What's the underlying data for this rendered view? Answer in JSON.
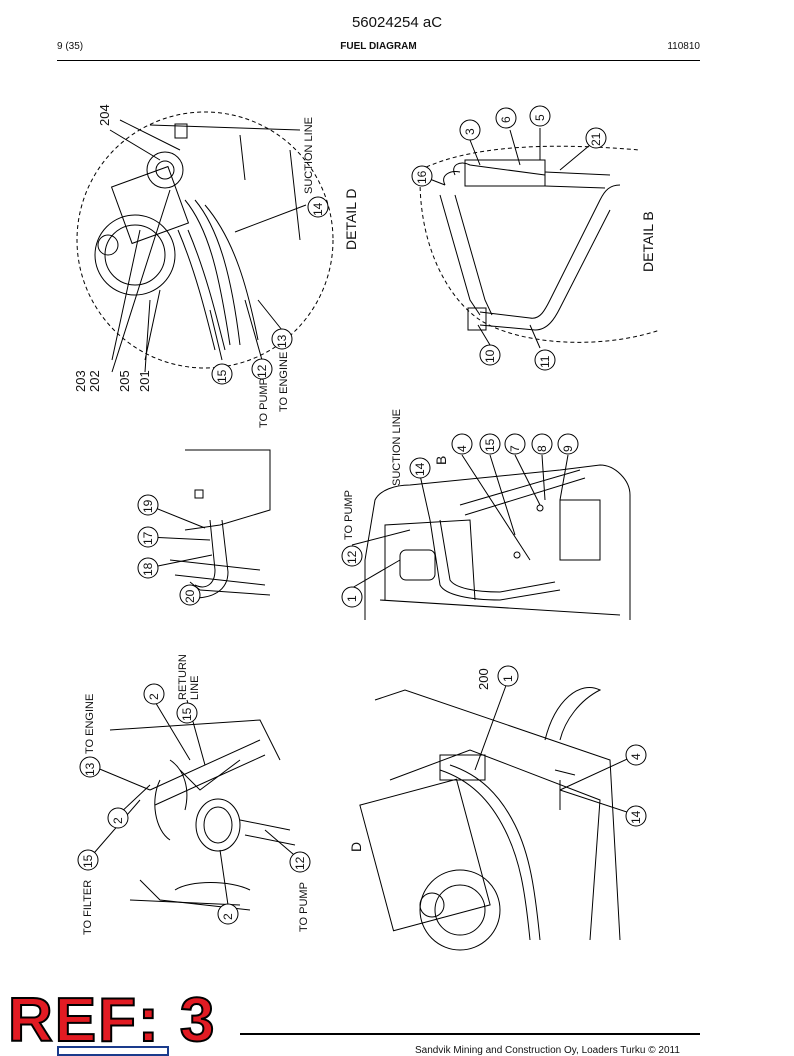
{
  "header": {
    "document_code": "56024254 aC",
    "page": "9 (35)",
    "title": "FUEL DIAGRAM",
    "date": "110810"
  },
  "labels": {
    "to_filter": "TO FILTER",
    "to_engine": "TO ENGINE",
    "return_line": "RETURN LINE",
    "to_pump": "TO PUMP",
    "suction_line": "SUCTION LINE",
    "detail_d": "DETAIL D",
    "detail_b": "DETAIL B",
    "letter_d": "D",
    "letter_b": "B"
  },
  "callouts": {
    "tl": [
      "203",
      "202",
      "205",
      "201",
      "15",
      "12",
      "13",
      "14",
      "204"
    ],
    "tr": [
      "16",
      "3",
      "6",
      "5",
      "21",
      "10",
      "11"
    ],
    "ml": [
      "19",
      "17",
      "18",
      "20"
    ],
    "mr": [
      "1",
      "12",
      "14",
      "4",
      "15",
      "7",
      "8",
      "9"
    ],
    "bl": [
      "15",
      "2",
      "13",
      "2",
      "15",
      "2",
      "12"
    ],
    "br": [
      "200",
      "1",
      "4",
      "14"
    ]
  },
  "stamp": {
    "text": "REF: 3"
  },
  "footer": {
    "copyright": "Sandvik Mining and Construction Oy, Loaders Turku © 2011"
  }
}
